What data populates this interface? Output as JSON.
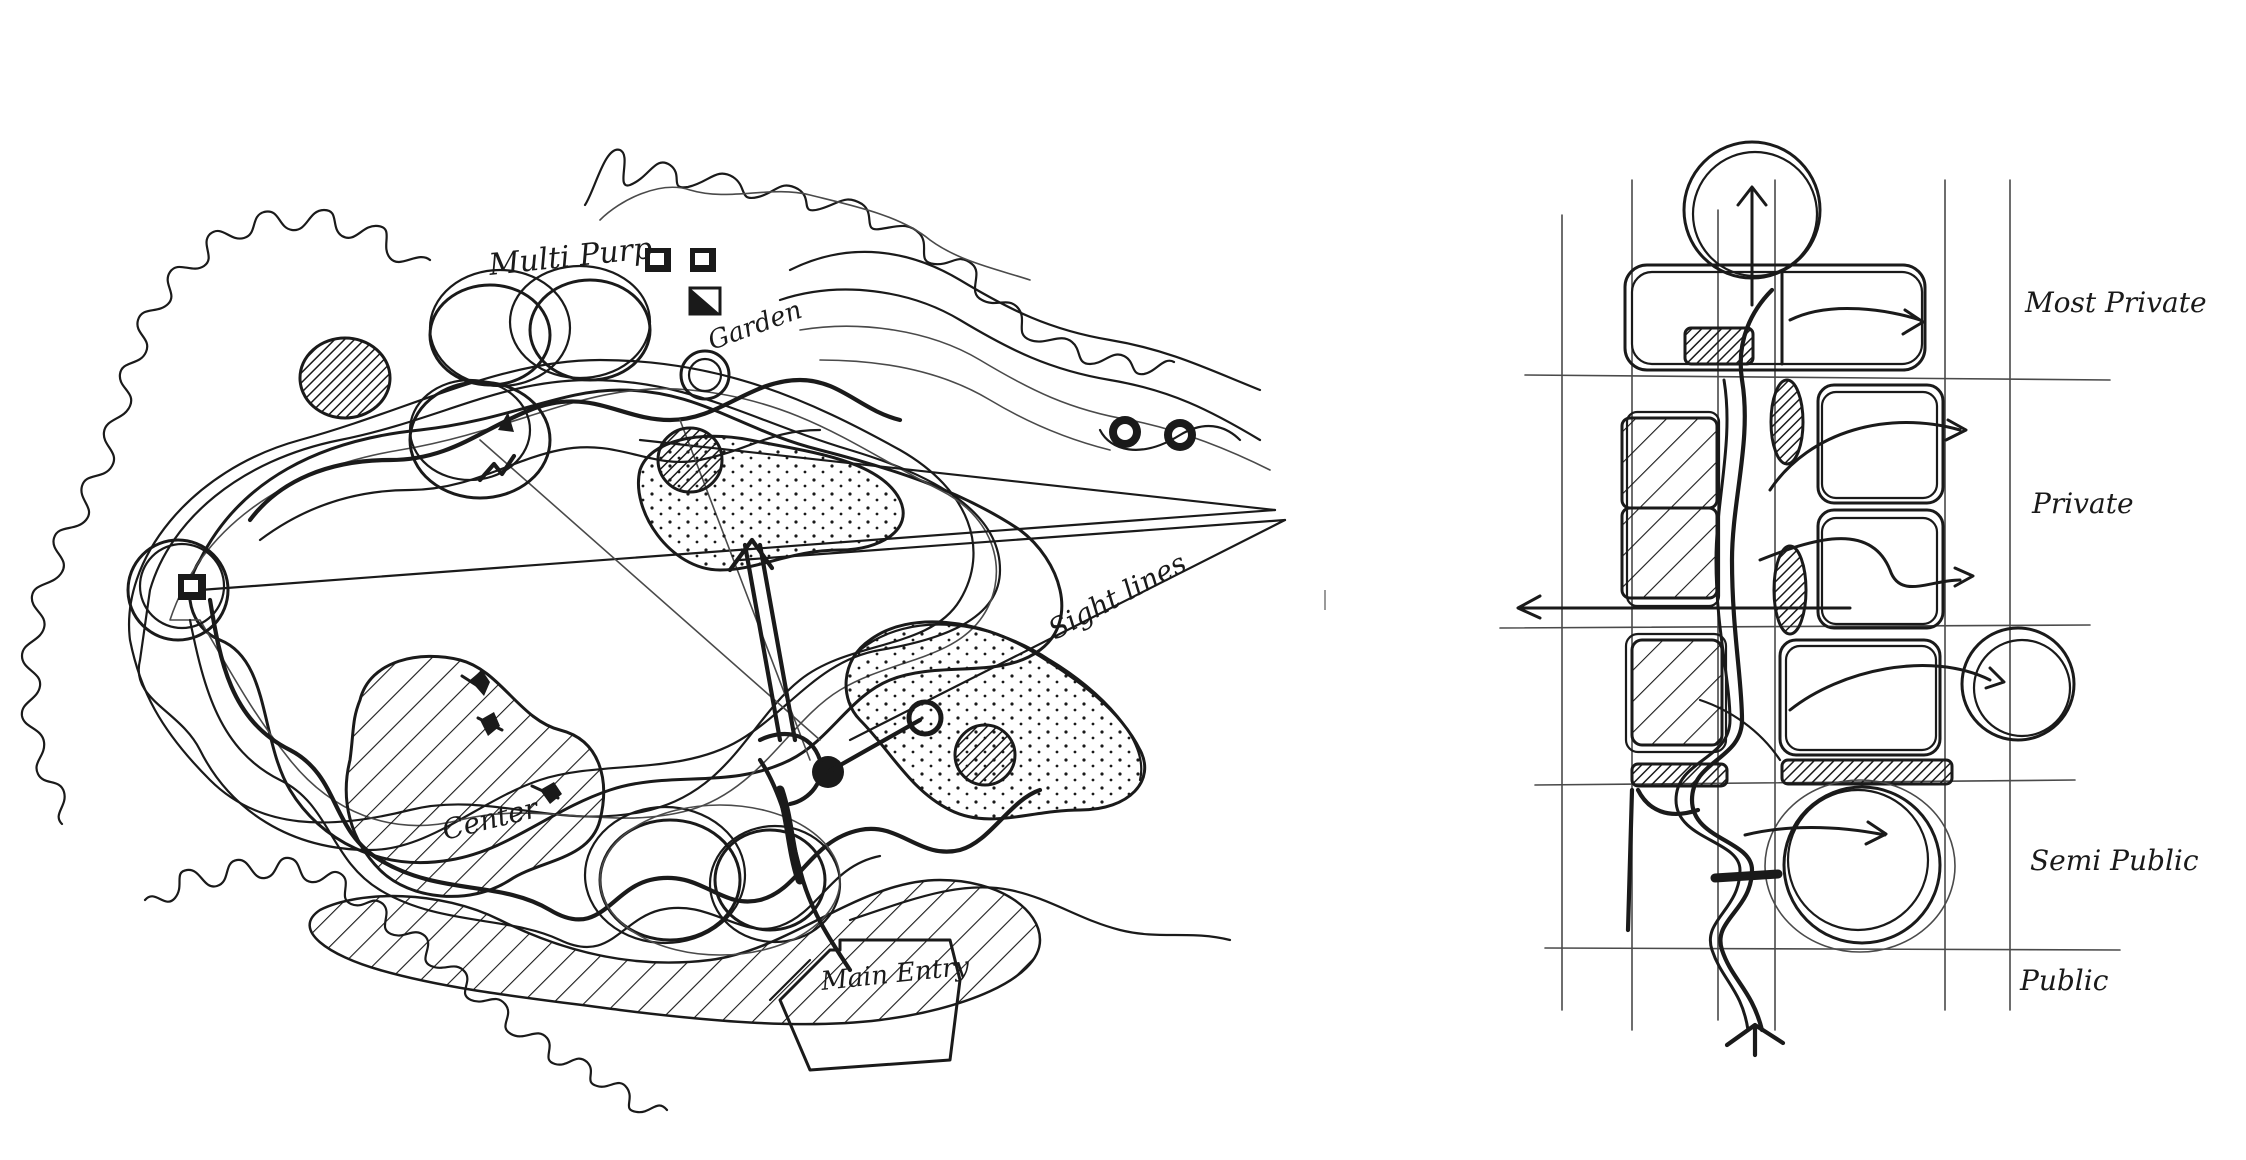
{
  "left_sketch": {
    "labels": {
      "top": "Multi Purp",
      "top_right": "Garden",
      "center": "Center",
      "sight_lines": "Sight lines",
      "entry": "Main Entry"
    }
  },
  "right_diagram": {
    "zones": [
      "Most Private",
      "Private",
      "Semi Public",
      "Public"
    ]
  },
  "colors": {
    "ink": "#1a1a1a",
    "paper": "#ffffff"
  }
}
